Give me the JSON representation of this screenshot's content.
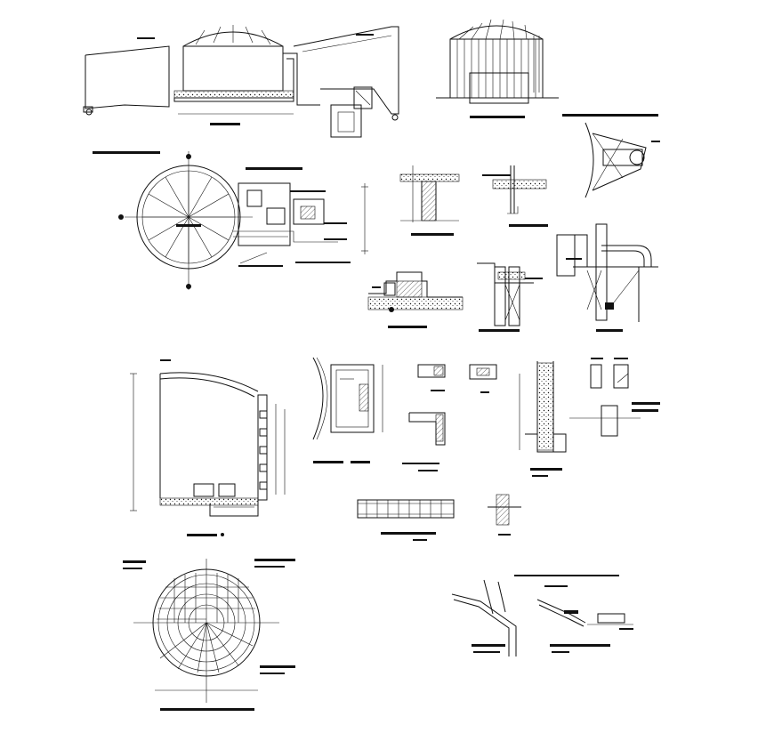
{
  "drawing": {
    "title": "",
    "views": [
      {
        "id": "tank-section-elevation"
      },
      {
        "id": "tank-exterior-elevation"
      },
      {
        "id": "bracket-detail-top-right"
      },
      {
        "id": "tank-plan-view"
      },
      {
        "id": "footing-detail-1"
      },
      {
        "id": "footing-detail-2"
      },
      {
        "id": "pipe-support-detail"
      },
      {
        "id": "foundation-step-detail"
      },
      {
        "id": "stair-support-detail"
      },
      {
        "id": "tank-wall-section"
      },
      {
        "id": "wall-opening-detail"
      },
      {
        "id": "small-section-details"
      },
      {
        "id": "wall-column-section"
      },
      {
        "id": "beam-reinforcement-detail"
      },
      {
        "id": "roof-plan-view"
      },
      {
        "id": "roof-edge-details"
      }
    ]
  },
  "colors": {
    "line": "#111111",
    "background": "#ffffff"
  }
}
